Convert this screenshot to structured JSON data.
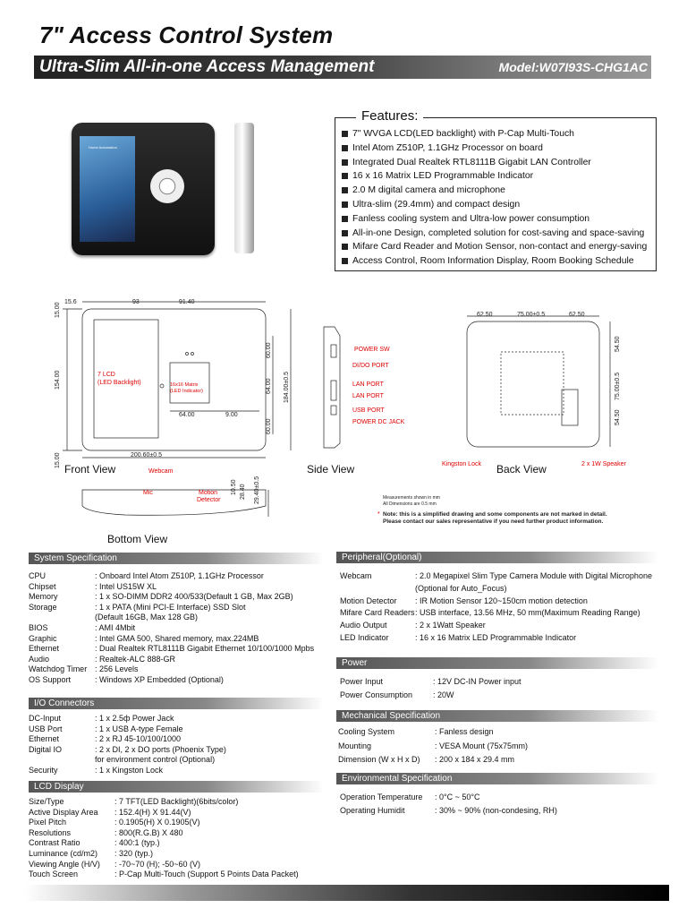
{
  "header": {
    "title": "7\" Access Control System",
    "subtitle": "Ultra-Slim All-in-one Access Management",
    "model": "Model:W07I93S-CHG1AC"
  },
  "device_screen_text": "Home Automation",
  "features": {
    "title": "Features:",
    "items": [
      "7\" WVGA LCD(LED backlight) with P-Cap Multi-Touch",
      "Intel  Atom Z510P, 1.1GHz Processor on board",
      "Integrated Dual Realtek RTL8111B Gigabit LAN Controller",
      "16 x 16 Matrix LED Programmable Indicator",
      "2.0 M digital camera and microphone",
      "Ultra-slim (29.4mm) and compact design",
      "Fanless cooling system and Ultra-low power consumption",
      "All-in-one Design, completed solution for cost-saving and space-saving",
      "Mifare Card Reader and Motion Sensor, non-contact and energy-saving",
      "Access Control, Room Information Display, Room Booking Schedule"
    ]
  },
  "diagram": {
    "dims": {
      "d15_6": "15.6",
      "d93": "93",
      "d91_40": "91.40",
      "d15_00a": "15.00",
      "d154": "154.00",
      "d15_00b": "15.00",
      "d60a": "60.00",
      "d64a": "64.00",
      "d60b": "60.00",
      "d184": "184.00±0.5",
      "d64b": "64.00",
      "d9": "9.00",
      "d200": "200.60±0.5",
      "d10_5": "10.50",
      "d28_4": "28.40",
      "d29_4": "29.40±0.5",
      "b62a": "62.50",
      "b75": "75.00±0.5",
      "b62b": "62.50",
      "b54a": "54.50",
      "b75v": "75.00±0.5",
      "b54b": "54.50"
    },
    "labels": {
      "lcd": "7 LCD",
      "lcd2": "(LED Backlight)",
      "matrix": "16x16 Matrix",
      "matrix2": "(LED Indicator)",
      "webcam": "Webcam",
      "mic": "Mic",
      "motion": "Motion",
      "detector": "Detector",
      "power_sw": "POWER SW",
      "dido": "DI/DO PORT",
      "lan1": "LAN PORT",
      "lan2": "LAN PORT",
      "usb": "USB PORT",
      "jack": "POWER DC JACK",
      "kingston": "Kingston Lock",
      "speaker": "2 x 1W Speaker"
    },
    "views": {
      "front": "Front View",
      "side": "Side View",
      "back": "Back View",
      "bottom": "Bottom View"
    },
    "measure1": "Measurements shown in mm",
    "measure2": "All Dimensions are  0.5 mm",
    "note1": "Note: this is a simplified drawing and some components are not marked in detail.",
    "note2": "Please contact our sales representative if you need further product information."
  },
  "system": {
    "title": "System Specification",
    "rows": [
      [
        "CPU",
        ": Onboard Intel Atom Z510P, 1.1GHz Processor"
      ],
      [
        "Chipset",
        ": Intel US15W XL"
      ],
      [
        "Memory",
        ": 1 x SO-DIMM DDR2 400/533(Default 1 GB, Max 2GB)"
      ],
      [
        "Storage",
        ": 1 x PATA (Mini PCI-E Interface) SSD Slot"
      ],
      [
        "",
        "  (Default 16GB, Max 128 GB)"
      ],
      [
        "BIOS",
        ": AMI 4Mbit"
      ],
      [
        "Graphic",
        ": Intel GMA 500, Shared memory, max.224MB"
      ],
      [
        "Ethernet",
        ": Dual Realtek RTL8111B Gigabit Ethernet 10/100/1000 Mpbs"
      ],
      [
        "Audio",
        ": Realtek-ALC 888-GR"
      ],
      [
        "Watchdog Timer",
        ": 256 Levels"
      ],
      [
        "OS Support",
        ": Windows XP Embedded (Optional)"
      ]
    ]
  },
  "io": {
    "title": "I/O Connectors",
    "rows": [
      [
        "DC-Input",
        ": 1 x 2.5ф Power Jack"
      ],
      [
        "USB Port",
        ": 1 x USB A-type Female"
      ],
      [
        "Ethernet",
        ": 2 x RJ 45-10/100/1000"
      ],
      [
        "Digital IO",
        ": 2 x DI, 2 x DO ports (Phoenix Type)"
      ],
      [
        "",
        "  for environment control (Optional)"
      ],
      [
        "Security",
        ": 1 x Kingston Lock"
      ]
    ]
  },
  "lcd": {
    "title": "LCD Display",
    "rows": [
      [
        "Size/Type",
        ":  7 TFT(LED Backlight)(6bits/color)"
      ],
      [
        "Active Display Area",
        ":  152.4(H) X 91.44(V)"
      ],
      [
        "Pixel Pitch",
        ":  0.1905(H) X 0.1905(V)"
      ],
      [
        "Resolutions",
        ":  800(R.G.B) X 480"
      ],
      [
        "Contrast Ratio",
        ":  400:1 (typ.)"
      ],
      [
        "Luminance (cd/m2)",
        ":  320 (typ.)"
      ],
      [
        "Viewing Angle (H/V)",
        ":  -70~70 (H); -50~60 (V)"
      ],
      [
        "Touch Screen",
        ":  P-Cap Multi-Touch (Support 5 Points Data Packet)"
      ]
    ]
  },
  "peripheral": {
    "title": "Peripheral(Optional)",
    "rows": [
      [
        "Webcam",
        ":  2.0 Megapixel Slim Type Camera Module with Digital Microphone"
      ],
      [
        "",
        "   (Optional for Auto_Focus)"
      ],
      [
        "Motion Detector",
        ":  IR Motion Sensor 120~150cm motion detection"
      ],
      [
        "Mifare Card Readers",
        ":  USB interface, 13.56 MHz, 50 mm(Maximum Reading Range)"
      ],
      [
        "Audio Output",
        ":  2 x 1Watt Speaker"
      ],
      [
        "LED Indicator",
        ":  16 x 16 Matrix LED Programmable Indicator"
      ]
    ]
  },
  "power": {
    "title": "Power",
    "rows": [
      [
        "Power Input",
        ":  12V DC-IN Power input"
      ],
      [
        "Power Consumption",
        ":  20W"
      ]
    ]
  },
  "mechanical": {
    "title": "Mechanical Specification",
    "rows": [
      [
        "Cooling System",
        ":  Fanless design"
      ],
      [
        "Mounting",
        ":  VESA Mount (75x75mm)"
      ],
      [
        "Dimension (W x H x D)",
        ":  200 x 184 x 29.4 mm"
      ]
    ]
  },
  "environmental": {
    "title": "Environmental Specification",
    "rows": [
      [
        "Operation Temperature",
        ":  0°C ~ 50°C"
      ],
      [
        "Operating Humidit",
        ":  30% ~ 90% (non-condesing, RH)"
      ]
    ]
  }
}
